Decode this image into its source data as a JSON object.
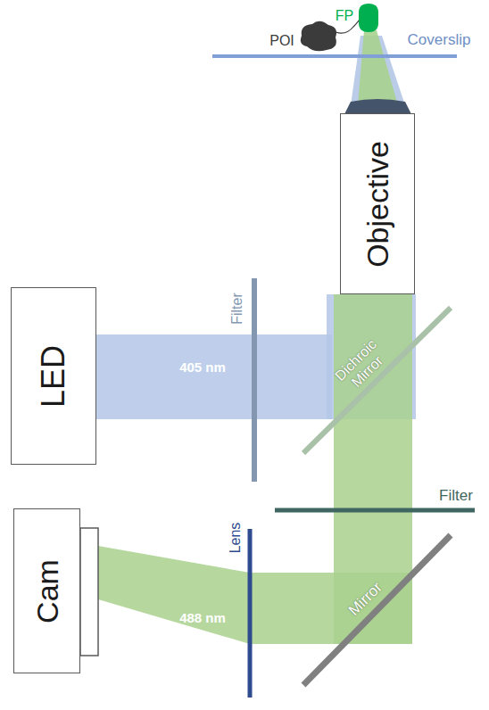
{
  "diagram": {
    "nodes": [
      {
        "text": [
          "Objective"
        ]
      },
      {
        "text": [
          "LED"
        ]
      },
      {
        "text": [
          "Cam"
        ]
      }
    ],
    "labels": [
      "FP",
      "POI",
      "Coverslip",
      "Filter",
      "405 nm",
      "Dichroic Mirror",
      "Filter",
      "Lens",
      "Mirror",
      "488 nm"
    ]
  }
}
